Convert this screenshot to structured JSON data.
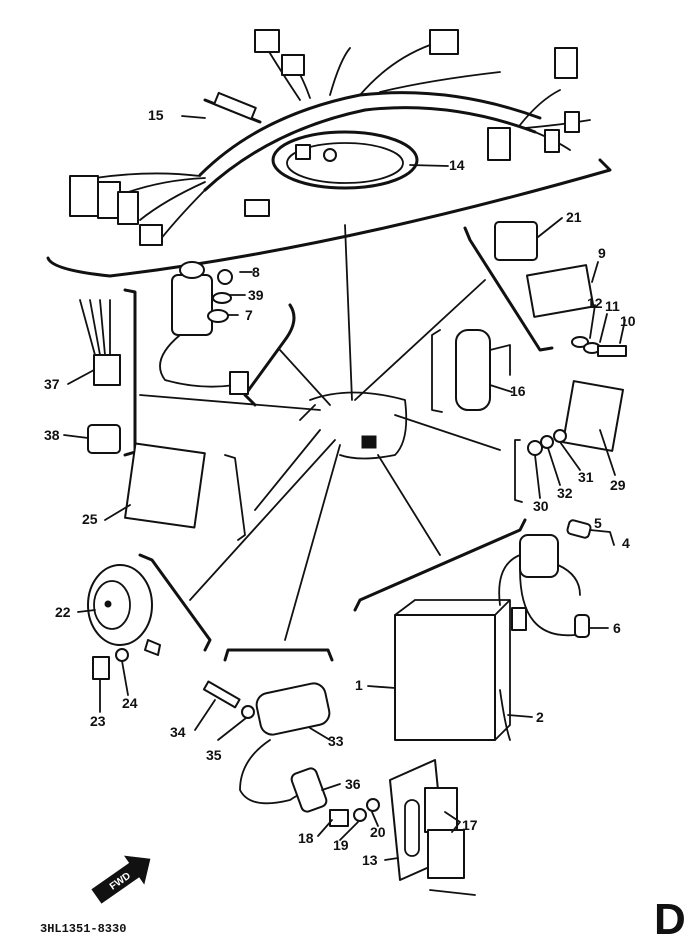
{
  "diagram": {
    "callouts": [
      {
        "id": "c1",
        "label": "1"
      },
      {
        "id": "c2",
        "label": "2"
      },
      {
        "id": "c4",
        "label": "4"
      },
      {
        "id": "c5",
        "label": "5"
      },
      {
        "id": "c6",
        "label": "6"
      },
      {
        "id": "c7",
        "label": "7"
      },
      {
        "id": "c8",
        "label": "8"
      },
      {
        "id": "c9",
        "label": "9"
      },
      {
        "id": "c11",
        "label": "11"
      },
      {
        "id": "c12",
        "label": "12"
      },
      {
        "id": "c10",
        "label": "10"
      },
      {
        "id": "c13",
        "label": "13"
      },
      {
        "id": "c14",
        "label": "14"
      },
      {
        "id": "c15",
        "label": "15"
      },
      {
        "id": "c16",
        "label": "16"
      },
      {
        "id": "c17",
        "label": "17"
      },
      {
        "id": "c18",
        "label": "18"
      },
      {
        "id": "c19",
        "label": "19"
      },
      {
        "id": "c20",
        "label": "20"
      },
      {
        "id": "c21",
        "label": "21"
      },
      {
        "id": "c22",
        "label": "22"
      },
      {
        "id": "c23",
        "label": "23"
      },
      {
        "id": "c24",
        "label": "24"
      },
      {
        "id": "c25",
        "label": "25"
      },
      {
        "id": "c29",
        "label": "29"
      },
      {
        "id": "c30",
        "label": "30"
      },
      {
        "id": "c31",
        "label": "31"
      },
      {
        "id": "c32",
        "label": "32"
      },
      {
        "id": "c33",
        "label": "33"
      },
      {
        "id": "c34",
        "label": "34"
      },
      {
        "id": "c35",
        "label": "35"
      },
      {
        "id": "c36",
        "label": "36"
      },
      {
        "id": "c37",
        "label": "37"
      },
      {
        "id": "c38",
        "label": "38"
      },
      {
        "id": "c39",
        "label": "39"
      }
    ],
    "fwd_arrow_label": "FWD",
    "drawing_number": "3HL1351-8330",
    "section_letter": "D"
  }
}
